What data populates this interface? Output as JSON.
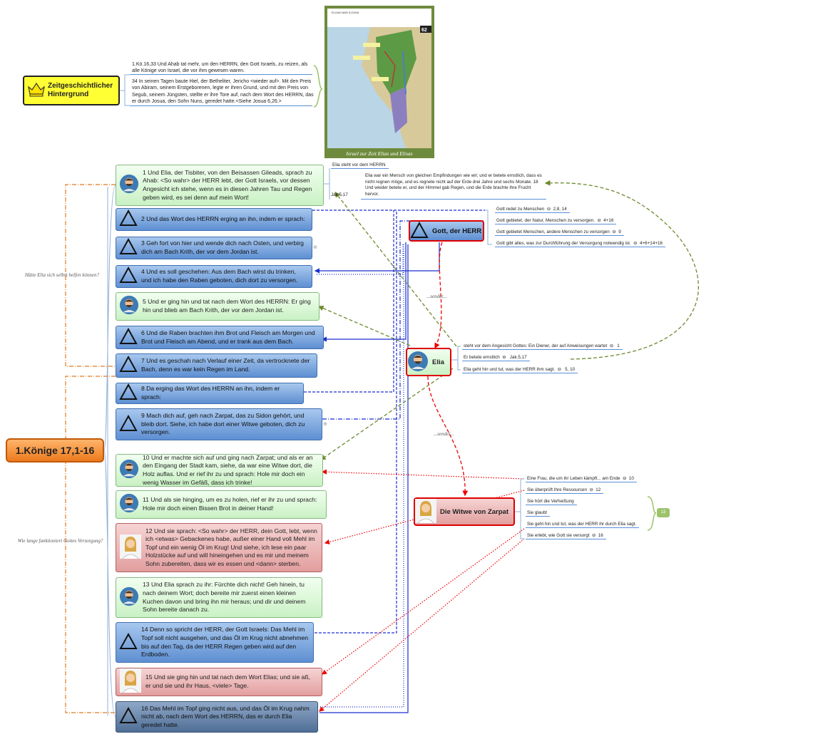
{
  "root": {
    "title": "1.Könige 17,1-16"
  },
  "history": {
    "title": "Zeitgeschichtlicher Hintergrund",
    "texts": [
      "1.Kö.16,33 Und Ahab tat mehr, um den HERRN, den Gott Israels, zu reizen, als alle Könige von Israel, die vor ihm gewesen waren.",
      "34 In seinen Tagen baute Hiel, der Betheliter, Jericho <wieder auf>. Mit  den Preis von Abiram, seinem Erstgeborenen, legte er ihren Grund, und mit den Preis von Segub, seinem Jüngsten, stellte er ihre Tore auf, nach dem Wort des HERRN, das er durch Josua, den Sohn Nuns, geredet hatte.<Siehe Josua 6,26.>"
    ]
  },
  "map": {
    "caption": "Israel zur Zeit Elias und Elisas",
    "number": "62",
    "heading": "ELIJAH AND ELISHA"
  },
  "verses": [
    {
      "type": "green",
      "text": "1 Und Elia, der Tisbiter, von den Beisassen Gileads, sprach zu Ahab: <So wahr> der HERR lebt, der Gott Israels, vor dessen Angesicht ich stehe, wenn es in diesen Jahren Tau und Regen geben wird, es sei denn auf mein Wort!"
    },
    {
      "type": "blue",
      "text": "2 Und das Wort des HERRN erging an ihn, indem er sprach:"
    },
    {
      "type": "blue",
      "text": "3 Geh fort von hier und wende dich nach Osten, und verbirg dich am Bach Krith, der vor dem Jordan ist."
    },
    {
      "type": "blue",
      "text": "4 Und es soll geschehen: Aus dem Bach wirst du trinken, und ich habe den Raben geboten, dich dort zu versorgen."
    },
    {
      "type": "green",
      "text": "5 Und er ging hin und tat nach dem Wort des HERRN: Er ging hin und blieb am Bach Krith, der vor dem Jordan ist."
    },
    {
      "type": "blue",
      "text": "6 Und die Raben brachten ihm Brot und Fleisch am Morgen und Brot und Fleisch am Abend, und er trank aus dem Bach."
    },
    {
      "type": "blue",
      "text": "7 Und es geschah nach Verlauf einer Zeit, da vertrocknete der Bach, denn es war kein Regen im Land."
    },
    {
      "type": "blue",
      "text": "8 Da erging das Wort des HERRN an ihn, indem er sprach:"
    },
    {
      "type": "blue",
      "text": "9 Mach dich auf, geh nach Zarpat, das zu Sidon gehört, und bleib dort. Siehe, ich habe dort einer Witwe geboten, dich zu versorgen."
    },
    {
      "type": "green",
      "text": "10 Und er machte sich auf und ging nach Zarpat; und als er an den Eingang der Stadt kam, siehe, da war eine Witwe dort, die Holz auflas. Und er rief ihr zu und sprach: Hole mir doch ein wenig Wasser im Gefäß, dass ich trinke!"
    },
    {
      "type": "green",
      "text": "11 Und als sie hinging, um es zu holen, rief er ihr zu und sprach: Hole mir doch einen Bissen Brot in deiner Hand!"
    },
    {
      "type": "red",
      "text": "12 Und sie sprach: <So wahr> der HERR, dein Gott, lebt, wenn ich <etwas> Gebackenes habe, außer einer Hand voll Mehl im Topf und ein wenig Öl im Krug! Und siehe, ich lese ein paar Holzstücke auf und will hineingehen und es mir und meinem Sohn zubereiten, dass wir es essen und <dann> sterben."
    },
    {
      "type": "green",
      "text": "13 Und Elia sprach zu ihr: Fürchte dich nicht! Geh hinein, tu nach deinem Wort; doch bereite mir zuerst einen kleinen Kuchen davon und bring ihn mir heraus; und dir und deinem Sohn bereite danach zu."
    },
    {
      "type": "blue",
      "text": "14 Denn so spricht der HERR, der Gott Israels: Das Mehl im Topf soll nicht ausgehen, und das Öl im Krug nicht abnehmen bis auf den Tag, da der HERR Regen geben wird auf den Erdboden."
    },
    {
      "type": "red",
      "text": "15 Und sie ging hin und tat nach dem Wort Elias; und sie aß, er und sie und ihr Haus, <viele> Tage."
    },
    {
      "type": "dark",
      "text": "16 Das Mehl im Topf ging nicht aus, und das Öl im Krug nahm nicht ab, nach dem Wort des HERRN, das er durch Elia geredet hatte."
    }
  ],
  "notes": {
    "q1": "Hätte Elia sich selbst helfen können?",
    "q2": "Wie lange funktioniert Gottes Versorgung?",
    "sent1": "...sendet...",
    "sent2": "...sendet..."
  },
  "jak": {
    "title": "Elia steht vor dem HERRN",
    "text": "Elia war ein Mensch von gleichen Empfindungen wie wir; und er betete ernstlich, dass es nicht regnen möge, und es regnete nicht auf der Erde drei Jahre und sechs Monate. 18 Und wieder betete er, und der Himmel gab Regen, und die Erde brachte ihre Frucht hervor.",
    "ref": "Jak.5,17"
  },
  "god": {
    "title": "Gott, der HERR",
    "items": [
      {
        "text": "Gott redet zu Menschen",
        "ref": "2,8, 14"
      },
      {
        "text": "Gott gebietet, der Natur, Menschen zu versorgen.",
        "ref": "4+16"
      },
      {
        "text": "Gott gebietet Menschen, andere Menschen zu versorgen",
        "ref": "9"
      },
      {
        "text": "Gott gibt alles, was zur Durchführung der Versorgung notwendig ist.",
        "ref": "4+6+14+16"
      }
    ]
  },
  "elia": {
    "title": "Elia",
    "items": [
      {
        "text": "steht vor dem Angesicht Gottes: Ein Diener, der auf Anweisungen wartet",
        "ref": "1"
      },
      {
        "text": "Er betete ernstlich",
        "ref": "Jak.5,17"
      },
      {
        "text": "Elia geht hin und tut, was der HERR ihm sagt.",
        "ref": "5, 10"
      }
    ]
  },
  "widow": {
    "title": "Die Witwe von Zarpat",
    "items": [
      {
        "text": "Eine Frau, die um ihr Leben kämpft... am Ende",
        "ref": "10"
      },
      {
        "text": "Sie überprüft Ihre Ressourcen",
        "ref": "12"
      },
      {
        "text": "Sie hört die Verheißung",
        "ref": ""
      },
      {
        "text": "Sie glaubt",
        "ref": ""
      },
      {
        "text": "Sie geht hin und tut, was der HERR ihr durch Elia sagt.",
        "ref": ""
      },
      {
        "text": "Sie erlebt, wie Gott sie versorgt",
        "ref": "16"
      }
    ],
    "badge": "13"
  }
}
